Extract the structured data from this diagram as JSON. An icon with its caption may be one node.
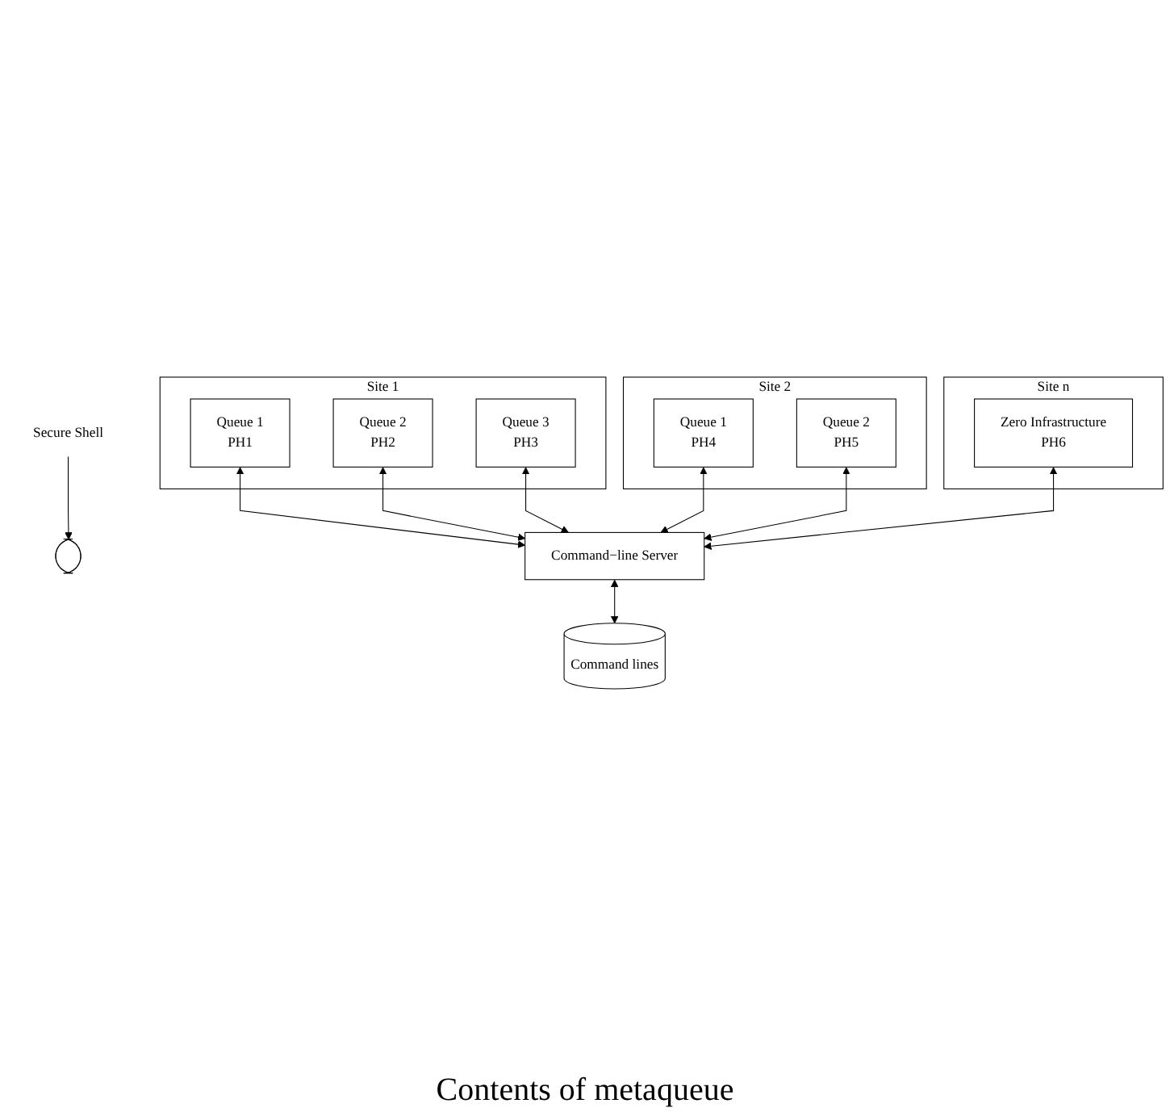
{
  "diagram": {
    "nodes": [
      {
        "text": [
          "Site 1"
        ]
      },
      {
        "text": [
          "Queue 1",
          "PH1"
        ],
        "in": 0
      },
      {
        "text": [
          "Queue 2",
          "PH2"
        ],
        "in": 0
      },
      {
        "text": [
          "Queue 3",
          "PH3"
        ],
        "in": 0
      },
      {
        "text": [
          "Site 2"
        ]
      },
      {
        "text": [
          "Queue 1",
          "PH4"
        ],
        "in": 4
      },
      {
        "text": [
          "Queue 2",
          "PH5"
        ],
        "in": 4
      },
      {
        "text": [
          "Site n"
        ]
      },
      {
        "text": [
          "Zero Infrastructure",
          "PH6"
        ],
        "in": 7
      },
      {
        "text": [],
        "shape": "ellipse"
      },
      {
        "text": [
          "Secure Shell"
        ]
      },
      {
        "text": [
          "Command−line Server"
        ]
      },
      {
        "text": [
          "Command lines"
        ]
      }
    ],
    "edges": [
      {
        "from": 1,
        "to": 11,
        "arrow": "both"
      },
      {
        "from": 2,
        "to": 11,
        "arrow": "both"
      },
      {
        "from": 3,
        "to": 11,
        "arrow": "both"
      },
      {
        "from": 5,
        "to": 11,
        "arrow": "both"
      },
      {
        "from": 6,
        "to": 11,
        "arrow": "both"
      },
      {
        "from": 8,
        "to": 11,
        "arrow": "both"
      },
      {
        "from": 10,
        "to": 9,
        "arrow": "to"
      },
      {
        "from": 11,
        "to": 12,
        "arrow": "both"
      }
    ],
    "labels": [
      "Contents of metaqueue"
    ]
  }
}
